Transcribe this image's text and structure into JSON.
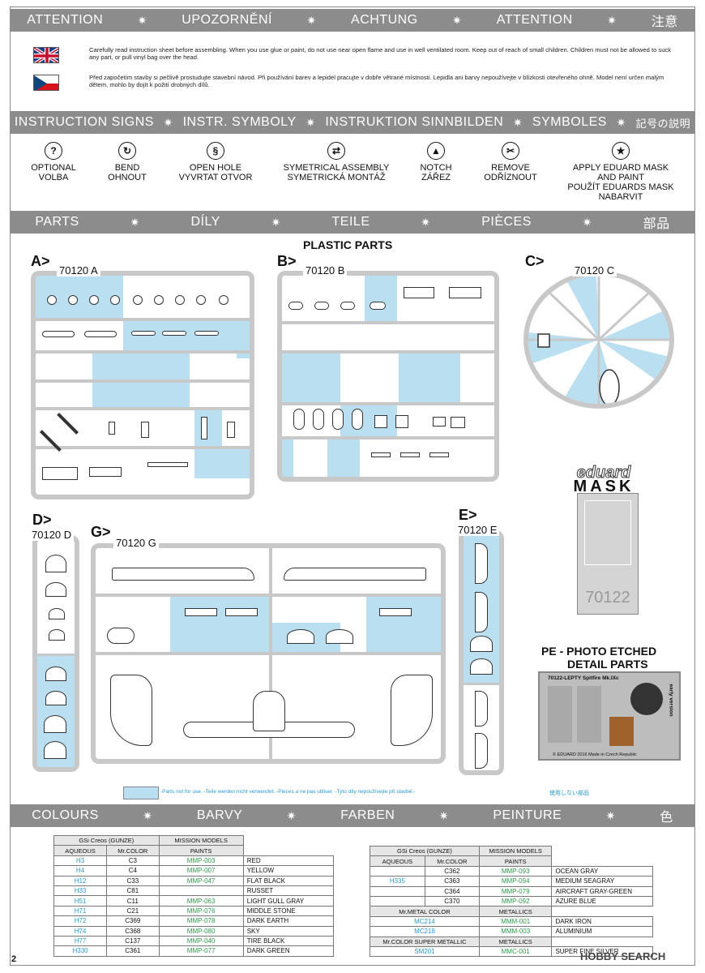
{
  "attention_band": [
    "ATTENTION",
    "UPOZORNĚNÍ",
    "ACHTUNG",
    "ATTENTION",
    "注意"
  ],
  "attention_text_en": "Carefully read instruction sheet before assembling. When you use glue or paint, do not use near open flame and use in well ventilated room. Keep out of reach of small children. Children must not be allowed to suck any part, or pull vinyl bag over the head.",
  "attention_text_cz": "Před započetím stavby si pečlivě prostudujte stavební návod. Při používání barev a lepidel pracujte v dobře větrané místnosti. Lepidla ani barvy nepoužívejte v blízkosti otevřeného ohně. Model není určen malým dětem, mohlo by dojít k požití drobných dílů.",
  "instruction_band": [
    "INSTRUCTION SIGNS",
    "INSTR. SYMBOLY",
    "INSTRUKTION  SINNBILDEN",
    "SYMBOLES",
    "記号の説明"
  ],
  "signs": [
    {
      "icon": "question-icon",
      "glyph": "?",
      "label1": "OPTIONAL",
      "label2": "VOLBA",
      "label3": "",
      "label4": ""
    },
    {
      "icon": "bend-icon",
      "glyph": "↻",
      "label1": "BEND",
      "label2": "OHNOUT",
      "label3": "",
      "label4": ""
    },
    {
      "icon": "drill-icon",
      "glyph": "§",
      "label1": "OPEN HOLE",
      "label2": "VYVRTAT OTVOR",
      "label3": "",
      "label4": ""
    },
    {
      "icon": "symmetric-icon",
      "glyph": "⇄",
      "label1": "SYMETRICAL ASSEMBLY",
      "label2": "SYMETRICKÁ MONTÁŽ",
      "label3": "",
      "label4": ""
    },
    {
      "icon": "notch-icon",
      "glyph": "▲",
      "label1": "NOTCH",
      "label2": "ZÁŘEZ",
      "label3": "",
      "label4": ""
    },
    {
      "icon": "cut-icon",
      "glyph": "✂",
      "label1": "REMOVE",
      "label2": "ODŘÍZNOUT",
      "label3": "",
      "label4": ""
    },
    {
      "icon": "mask-star-icon",
      "glyph": "★",
      "label1": "APPLY EDUARD MASK",
      "label2": "AND PAINT",
      "label3": "POUŽÍT EDUARDS MASK",
      "label4": "NABARVIT"
    }
  ],
  "parts_band": [
    "PARTS",
    "DÍLY",
    "TEILE",
    "PIÈCES",
    "部品"
  ],
  "plastic_parts_title": "PLASTIC PARTS",
  "sprues": {
    "a": {
      "letter": "A>",
      "code": "70120 A"
    },
    "b": {
      "letter": "B>",
      "code": "70120 B"
    },
    "c": {
      "letter": "C>",
      "code": "70120 C"
    },
    "d": {
      "letter": "D>",
      "code": "70120 D"
    },
    "g": {
      "letter": "G>",
      "code": "70120 G"
    },
    "e": {
      "letter": "E>",
      "code": "70120 E"
    }
  },
  "mask": {
    "brand": "eduard",
    "word": "MASK",
    "number": "70122"
  },
  "pe": {
    "title1": "PE - PHOTO ETCHED",
    "title2": "DETAIL PARTS",
    "fret_name": "70122-LEPTY Spitfire Mk.IXc",
    "fret_side": "early version",
    "fret_footer": "© EDUARD 2016  Made in Czech Republic"
  },
  "not_used_note": "-Parts not for use. -Teile werden nicht verwendet. -Pieces a ne pas utiliser. -Tyto díly nepoužívejte při stavbě.-",
  "not_used_jp": "使用しない部品",
  "colours_band": [
    "COLOURS",
    "BARVY",
    "FARBEN",
    "PEINTURE",
    "色"
  ],
  "table1": {
    "h_gsi": "GSi Creos (GUNZE)",
    "h_mm": "MISSION MODELS",
    "h_aq": "AQUEOUS",
    "h_mr": "Mr.COLOR",
    "h_paints": "PAINTS",
    "rows": [
      [
        "H3",
        "C3",
        "MMP-003",
        "RED"
      ],
      [
        "H4",
        "C4",
        "MMP-007",
        "YELLOW"
      ],
      [
        "H12",
        "C33",
        "MMP-047",
        "FLAT BLACK"
      ],
      [
        "H33",
        "C81",
        "",
        "RUSSET"
      ],
      [
        "H51",
        "C11",
        "MMP-063",
        "LIGHT GULL GRAY"
      ],
      [
        "H71",
        "C21",
        "MMP-076",
        "MIDDLE STONE"
      ],
      [
        "H72",
        "C369",
        "MMP-078",
        "DARK EARTH"
      ],
      [
        "H74",
        "C368",
        "MMP-080",
        "SKY"
      ],
      [
        "H77",
        "C137",
        "MMP-040",
        "TIRE BLACK"
      ],
      [
        "H330",
        "C361",
        "MMP-077",
        "DARK GREEN"
      ]
    ]
  },
  "table2": {
    "h_gsi": "GSi Creos (GUNZE)",
    "h_mm": "MISSION MODELS",
    "h_aq": "AQUEOUS",
    "h_mr": "Mr.COLOR",
    "h_paints": "PAINTS",
    "rows": [
      [
        "",
        "C362",
        "MMP-093",
        "OCEAN GRAY"
      ],
      [
        "H335",
        "C363",
        "MMP-094",
        "MEDIUM SEAGRAY"
      ],
      [
        "",
        "C364",
        "MMP-079",
        "AIRCRAFT GRAY-GREEN"
      ],
      [
        "",
        "C370",
        "MMP-092",
        "AZURE BLUE"
      ]
    ],
    "h_metal": "Mr.METAL COLOR",
    "h_metallics": "METALLICS",
    "metal_rows": [
      [
        "MC214",
        "MMM-001",
        "DARK IRON"
      ],
      [
        "MC218",
        "MMM-003",
        "ALUMINIUM"
      ]
    ],
    "h_super": "Mr.COLOR SUPER METALLIC",
    "h_metallics2": "METALLICS",
    "super_rows": [
      [
        "SM201",
        "MMC-001",
        "SUPER FINE SILVER"
      ]
    ]
  },
  "page_number": "2",
  "watermark": "HOBBY SEARCH"
}
